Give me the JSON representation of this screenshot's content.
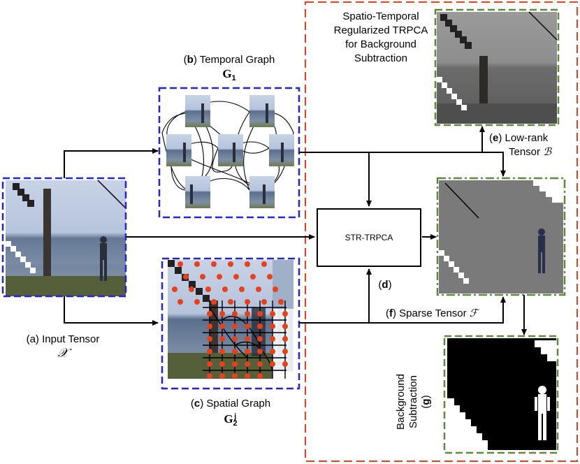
{
  "colors": {
    "blue_dash": "#2323d8",
    "green_dash": "#5a8a3a",
    "red_dash": "#e8401c",
    "graph_node": "#e8401c"
  },
  "panel_a": {
    "tag": "(a)",
    "text": "Input Tensor",
    "symbol": "𝒳"
  },
  "panel_b": {
    "tag": "b",
    "text": "Temporal Graph",
    "symbol": "G",
    "sub": "1"
  },
  "panel_c": {
    "tag": "c",
    "text": "Spatial Graph",
    "symbol": "G",
    "sub": "2",
    "sup": "j"
  },
  "panel_d": {
    "tag": "d"
  },
  "panel_e": {
    "tag": "e",
    "text": "Low-rank",
    "text2": "Tensor",
    "symbol": "ℬ"
  },
  "panel_f": {
    "tag": "f",
    "text": "Sparse Tensor",
    "symbol": "ℱ"
  },
  "panel_g": {
    "tag": "g",
    "line1": "Background",
    "line2": "Subtraction"
  },
  "method_box": {
    "label": "STR-TRPCA"
  },
  "method_title": {
    "line1": "Spatio-Temporal",
    "line2": "Regularized TRPCA",
    "line3": "for Background",
    "line4": "Subtraction"
  }
}
